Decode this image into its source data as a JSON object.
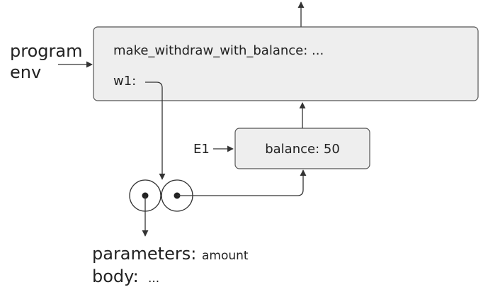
{
  "program_env_label": {
    "line1": "program",
    "line2": "env"
  },
  "global_frame": {
    "binding_1": "make_withdraw_with_balance: ...",
    "binding_2": "w1:"
  },
  "frame_e1": {
    "label": "E1",
    "binding": "balance: 50"
  },
  "function_object": {
    "parameters_label": "parameters:",
    "parameters_value": "amount",
    "body_label": "body:",
    "body_value": "..."
  },
  "colors": {
    "frame_fill": "#eeeeee",
    "frame_stroke": "#555555",
    "line": "#333333",
    "text": "#222222"
  }
}
